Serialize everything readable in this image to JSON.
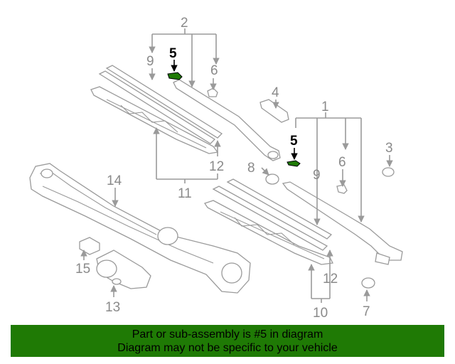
{
  "callouts": {
    "c1": "1",
    "c2": "2",
    "c3": "3",
    "c4": "4",
    "c5a": "5",
    "c5b": "5",
    "c6a": "6",
    "c6b": "6",
    "c7": "7",
    "c8": "8",
    "c9a": "9",
    "c9b": "9",
    "c10": "10",
    "c11": "11",
    "c12a": "12",
    "c12b": "12",
    "c13": "13",
    "c14": "14",
    "c15": "15"
  },
  "highlight_color": "#1f7a05",
  "banner": {
    "line1": "Part or sub-assembly is #5 in diagram",
    "line2": "Diagram may not be specific to your vehicle"
  }
}
